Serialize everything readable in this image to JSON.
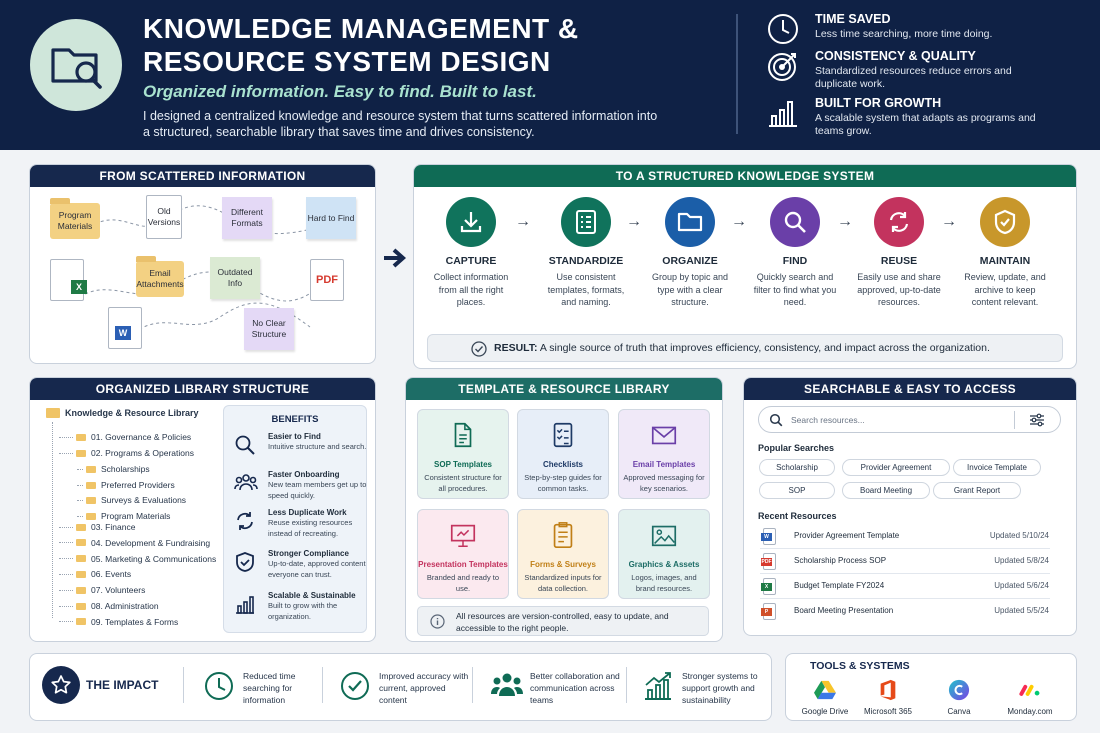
{
  "header": {
    "title_line1": "KNOWLEDGE MANAGEMENT &",
    "title_line2": "RESOURCE SYSTEM DESIGN",
    "tagline": "Organized information.  Easy to find.  Built to last.",
    "description": "I designed a centralized knowledge and resource system that turns scattered information into a structured, searchable library that saves time and drives consistency.",
    "benefits": [
      {
        "title": "TIME SAVED",
        "desc": "Less time searching, more time doing."
      },
      {
        "title": "CONSISTENCY & QUALITY",
        "desc": "Standardized resources reduce errors and duplicate work."
      },
      {
        "title": "BUILT FOR GROWTH",
        "desc": "A scalable system that adapts as programs and teams grow."
      }
    ]
  },
  "scattered": {
    "title": "FROM SCATTERED INFORMATION",
    "items": [
      "Program Materials",
      "Old Versions",
      "Different Formats",
      "Hard to Find",
      "Email Attachments",
      "Outdated Info",
      "PDF",
      "No Clear Structure"
    ]
  },
  "structured": {
    "title": "TO A STRUCTURED KNOWLEDGE SYSTEM",
    "steps": [
      {
        "name": "CAPTURE",
        "desc": "Collect information from all the right places.",
        "color": "#10735c"
      },
      {
        "name": "STANDARDIZE",
        "desc": "Use consistent templates, formats, and naming.",
        "color": "#10735c"
      },
      {
        "name": "ORGANIZE",
        "desc": "Group by topic and type with a clear structure.",
        "color": "#1b5ea8"
      },
      {
        "name": "FIND",
        "desc": "Quickly search and filter to find what you need.",
        "color": "#6a3fa8"
      },
      {
        "name": "REUSE",
        "desc": "Easily use and share approved, up-to-date resources.",
        "color": "#c3335e"
      },
      {
        "name": "MAINTAIN",
        "desc": "Review, update, and archive to keep content relevant.",
        "color": "#c8972b"
      }
    ],
    "result_label": "RESULT:",
    "result_text": "A single source of truth that improves efficiency, consistency, and impact across the organization."
  },
  "library": {
    "title": "ORGANIZED LIBRARY STRUCTURE",
    "root": "Knowledge & Resource Library",
    "items": [
      "01. Governance & Policies",
      "02. Programs & Operations",
      "Scholarships",
      "Preferred Providers",
      "Surveys & Evaluations",
      "Program Materials",
      "03. Finance",
      "04. Development & Fundraising",
      "05. Marketing & Communications",
      "06. Events",
      "07. Volunteers",
      "08. Administration",
      "09. Templates & Forms"
    ],
    "benefits_title": "BENEFITS",
    "benefits": [
      {
        "title": "Easier to Find",
        "desc": "Intuitive structure and search."
      },
      {
        "title": "Faster Onboarding",
        "desc": "New team members get up to speed quickly."
      },
      {
        "title": "Less Duplicate Work",
        "desc": "Reuse existing resources instead of recreating."
      },
      {
        "title": "Stronger Compliance",
        "desc": "Up-to-date, approved content everyone can trust."
      },
      {
        "title": "Scalable & Sustainable",
        "desc": "Built to grow with the organization."
      }
    ]
  },
  "templates": {
    "title": "TEMPLATE & RESOURCE LIBRARY",
    "cards": [
      {
        "title": "SOP Templates",
        "desc": "Consistent structure for all procedures.",
        "color": "#0f6b55",
        "bg": "#e6f3ee"
      },
      {
        "title": "Checklists",
        "desc": "Step-by-step guides for common tasks.",
        "color": "#1e3a66",
        "bg": "#e7eef8"
      },
      {
        "title": "Email Templates",
        "desc": "Approved messaging for key scenarios.",
        "color": "#6a3fa8",
        "bg": "#f0e9f8"
      },
      {
        "title": "Presentation Templates",
        "desc": "Branded and ready to use.",
        "color": "#c3335e",
        "bg": "#fbe9ef"
      },
      {
        "title": "Forms & Surveys",
        "desc": "Standardized inputs for data collection.",
        "color": "#c07f16",
        "bg": "#fcf1de"
      },
      {
        "title": "Graphics & Assets",
        "desc": "Logos, images, and brand resources.",
        "color": "#1d6d66",
        "bg": "#e3f1ef"
      }
    ],
    "note": "All resources are version-controlled, easy to update, and accessible to the right people."
  },
  "search": {
    "title": "SEARCHABLE & EASY TO ACCESS",
    "placeholder": "Search resources...",
    "popular_title": "Popular Searches",
    "popular": [
      "Scholarship",
      "Provider Agreement",
      "Invoice Template",
      "SOP",
      "Board Meeting",
      "Grant Report"
    ],
    "recent_title": "Recent Resources",
    "recent": [
      {
        "name": "Provider Agreement Template",
        "updated": "Updated 5/10/24",
        "type": "W",
        "color": "#2b5fb4"
      },
      {
        "name": "Scholarship Process SOP",
        "updated": "Updated 5/8/24",
        "type": "PDF",
        "color": "#d63a2f"
      },
      {
        "name": "Budget Template FY2024",
        "updated": "Updated 5/6/24",
        "type": "X",
        "color": "#1f7a45"
      },
      {
        "name": "Board Meeting Presentation",
        "updated": "Updated 5/5/24",
        "type": "P",
        "color": "#d0502a"
      }
    ]
  },
  "impact": {
    "title": "THE IMPACT",
    "items": [
      "Reduced time searching for information",
      "Improved accuracy with current, approved content",
      "Better collaboration and communication across teams",
      "Stronger systems to support growth and sustainability"
    ]
  },
  "tools": {
    "title": "TOOLS & SYSTEMS",
    "items": [
      "Google Drive",
      "Microsoft 365",
      "Canva",
      "Monday.com"
    ]
  }
}
